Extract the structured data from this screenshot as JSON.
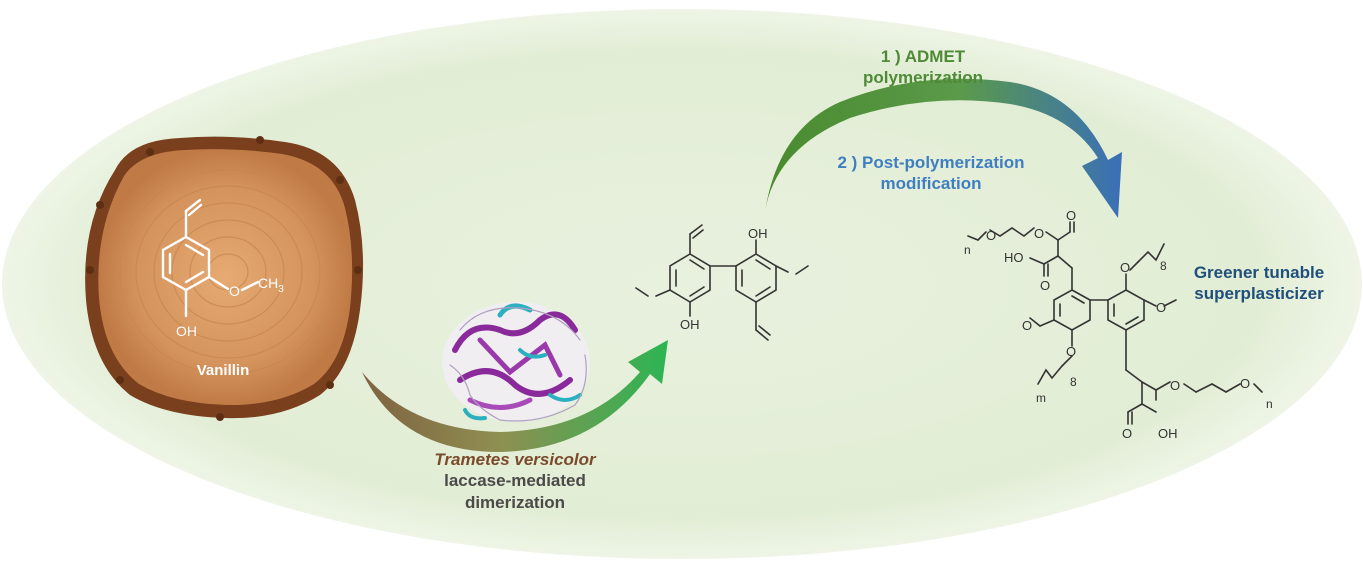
{
  "labels": {
    "step1": [
      "1 ) ADMET",
      "polymerization"
    ],
    "step2": [
      "2 ) Post-polymerization",
      "modification"
    ],
    "enzyme_species": "Trametes versicolor",
    "enzyme_lines": [
      "laccase-mediated",
      "dimerization"
    ],
    "product": [
      "Greener tunable",
      "superplasticizer"
    ],
    "vanillin": "Vanillin"
  },
  "vanillin_atoms": {
    "oh": "OH",
    "och3": "O",
    "ch3": "CH",
    "sub3": "3"
  },
  "dimer_atoms": {
    "oh_top": "OH",
    "oh_bottom": "OH"
  },
  "polymer_atoms": {
    "o1": "O",
    "o2": "O",
    "o3": "O",
    "ho": "HO",
    "n1": "n",
    "o4": "O",
    "eight_top": "8",
    "o5": "O",
    "o6": "O",
    "eight_bottom": "8",
    "m": "m",
    "o7": "O",
    "o8": "O",
    "o9": "O",
    "oh": "OH",
    "n2": "n"
  },
  "colors": {
    "background_ellipse": "#e4efd9",
    "wood_bark": "#7a3f1d",
    "wood_inner": "#d4935c",
    "arrow_green": "#4a8a2e",
    "arrow_blue": "#3a6fb8",
    "enzyme_arrow_brown": "#7a5a3a",
    "enzyme_arrow_green": "#22b24c",
    "protein_purple": "#8a2a9a",
    "protein_cyan": "#2ab0c0"
  }
}
